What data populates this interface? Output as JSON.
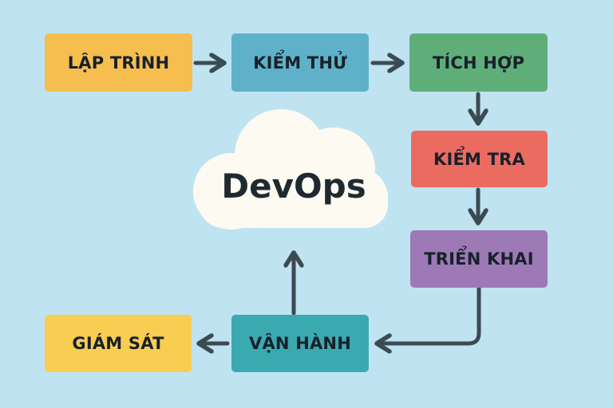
{
  "center": {
    "label": "DevOps"
  },
  "steps": {
    "code": {
      "label": "LẬP TRÌNH",
      "color": "#f6bd4f"
    },
    "test": {
      "label": "KIỂM THỬ",
      "color": "#5fb1c9"
    },
    "integrate": {
      "label": "TÍCH HỢP",
      "color": "#5fae7a"
    },
    "verify": {
      "label": "KIỂM TRA",
      "color": "#ec6b61"
    },
    "deploy": {
      "label": "TRIỂN KHAI",
      "color": "#9d79b5"
    },
    "operate": {
      "label": "VẬN HÀNH",
      "color": "#3aaab0"
    },
    "monitor": {
      "label": "GIÁM SÁT",
      "color": "#f8cd52"
    }
  },
  "colors": {
    "background": "#bfe3f1",
    "arrow": "#3c4a52",
    "cloud": "#fdfaf2"
  }
}
